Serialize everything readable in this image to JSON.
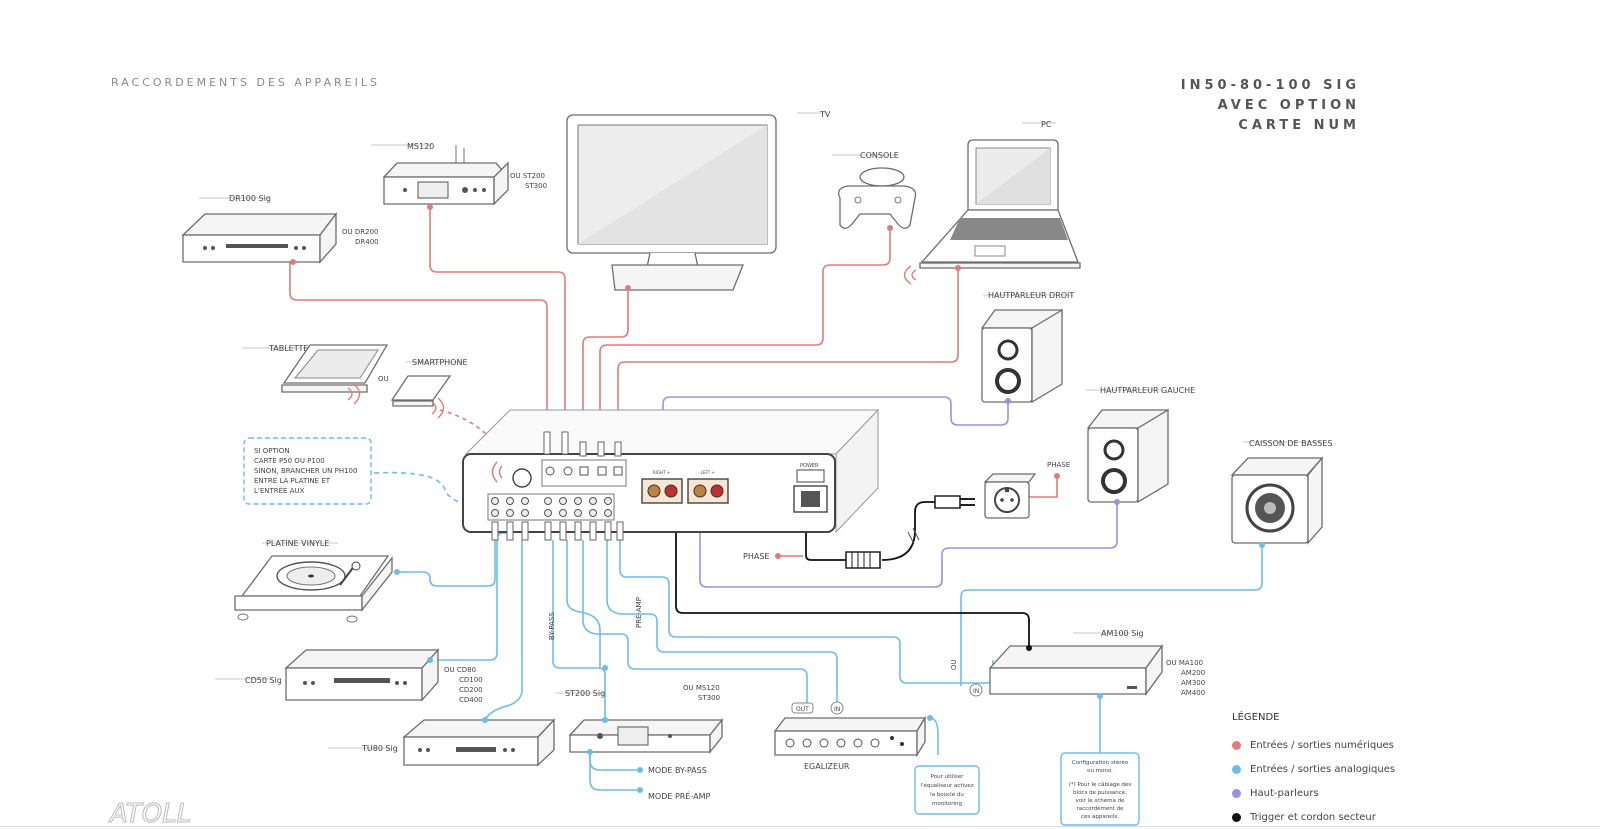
{
  "page_heading": "RACCORDEMENTS DES APPAREILS",
  "model_title": [
    "IN50-80-100 SIG",
    "AVEC OPTION",
    "CARTE NUM"
  ],
  "colors": {
    "digital": "#e07b7b",
    "analog": "#6fbde6",
    "speaker": "#9f8fdc",
    "trigger": "#111111",
    "device": "#6d6d6d",
    "device_fill": "#f4f4f4"
  },
  "devices": {
    "tv": "TV",
    "console": "CONSOLE",
    "pc": "PC",
    "ms120": "MS120",
    "ms120_alt": [
      "OU  ST200",
      "ST300"
    ],
    "dr100": "DR100 Sig",
    "dr100_alt": [
      "OU DR200",
      "DR400"
    ],
    "tablette": "TABLETTE",
    "smartphone": "SMARTPHONE",
    "ou": "OU",
    "speaker_right": "HAUTPARLEUR DROIT",
    "speaker_left": "HAUTPARLEUR GAUCHE",
    "subwoofer": "CAISSON DE BASSES",
    "phase": "PHASE",
    "phase2": "PHASE",
    "power": "POWER",
    "vinyl": "PLATINE VINYLE",
    "cd50": "CD50 Sig",
    "cd50_alt": [
      "OU  CD80",
      "CD100",
      "CD200",
      "CD400"
    ],
    "tu80": "TU80 Sig",
    "st200": "ST200 Sig",
    "st200_alt": [
      "OU  MS120",
      "ST300"
    ],
    "equalizer": "EGALIZEUR",
    "am100": "AM100 Sig",
    "am100_alt": [
      "OU  MA100",
      "AM200",
      "AM300",
      "AM400"
    ],
    "bypass": "BY-PASS",
    "preamp": "PRÉ-AMP",
    "mode_bypass": "MODE BY-PASS",
    "mode_preamp": "MODE PRÉ-AMP",
    "out": "OUT",
    "in": "IN",
    "in2": "IN",
    "ou_vertical": "OU",
    "right_label": "RIGHT +",
    "left_label": "- LEFT +"
  },
  "notes": {
    "phono": [
      "SI OPTION",
      "CARTE P50 OU P100",
      "SINON, BRANCHER UN PH100",
      "ENTRE LA PLATINE ET",
      "L'ENTRÉE AUX"
    ],
    "eq": [
      "Pour utiliser",
      "l'équaliseur activez",
      "la boucle du",
      "monitoring"
    ],
    "config": [
      "Configuration stéréo",
      "ou mono.",
      "",
      "(*) Pour le câblage des",
      "blocs de puissance,",
      "voir le schéma de",
      "raccordement de",
      "ces appareils."
    ]
  },
  "legend": {
    "title": "LÉGENDE",
    "items": [
      {
        "label": "Entrées / sorties numériques",
        "color": "#e07b7b"
      },
      {
        "label": "Entrées / sorties analogiques",
        "color": "#6fbde6"
      },
      {
        "label": "Haut-parleurs",
        "color": "#9f8fdc"
      },
      {
        "label": "Trigger et cordon secteur",
        "color": "#111111"
      }
    ]
  },
  "logo": "ATOLL"
}
